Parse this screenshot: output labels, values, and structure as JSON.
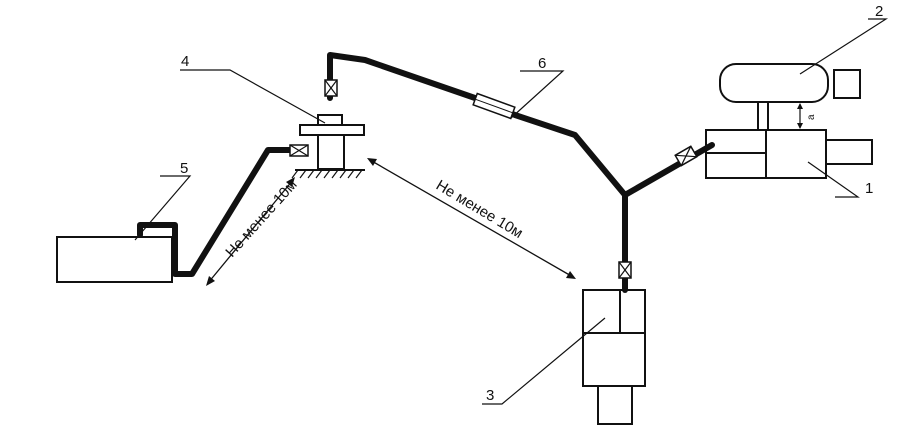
{
  "labels": {
    "n1": "1",
    "n2": "2",
    "n3": "3",
    "n4": "4",
    "n5": "5",
    "n6": "6"
  },
  "distance_labels": {
    "near_tank": "Не менее 10м",
    "to_unit": "Не менее 10м"
  },
  "gap_label": "a"
}
